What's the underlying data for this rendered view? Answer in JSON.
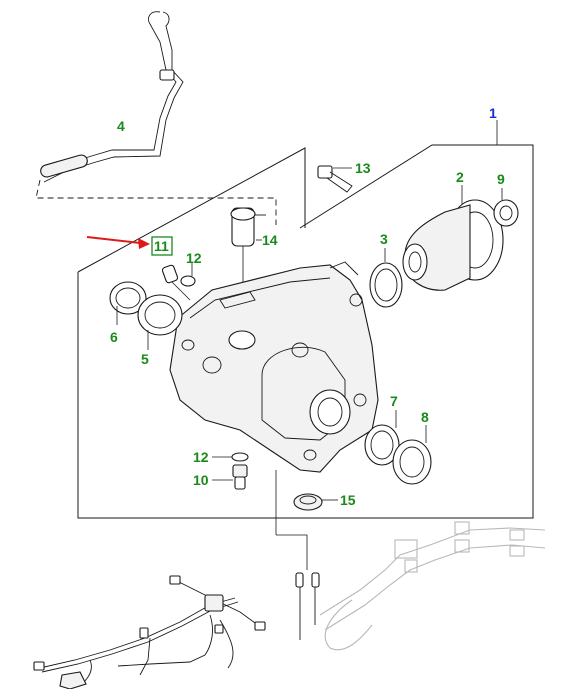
{
  "colors": {
    "callout_green": "#1a8a1a",
    "callout_blue": "#1a2fc8",
    "arrow_red": "#e01818",
    "line_dark": "#1a1a1a",
    "ghost_gray": "#b8b8b8"
  },
  "callouts": {
    "c1": "1",
    "c2": "2",
    "c3": "3",
    "c4": "4",
    "c5": "5",
    "c6": "6",
    "c7": "7",
    "c8": "8",
    "c9": "9",
    "c10": "10",
    "c11": "11",
    "c12a": "12",
    "c12b": "12",
    "c13": "13",
    "c14": "14",
    "c15": "15"
  },
  "highlight": {
    "highlighted_callout": "11",
    "pointer": "red-arrow"
  }
}
